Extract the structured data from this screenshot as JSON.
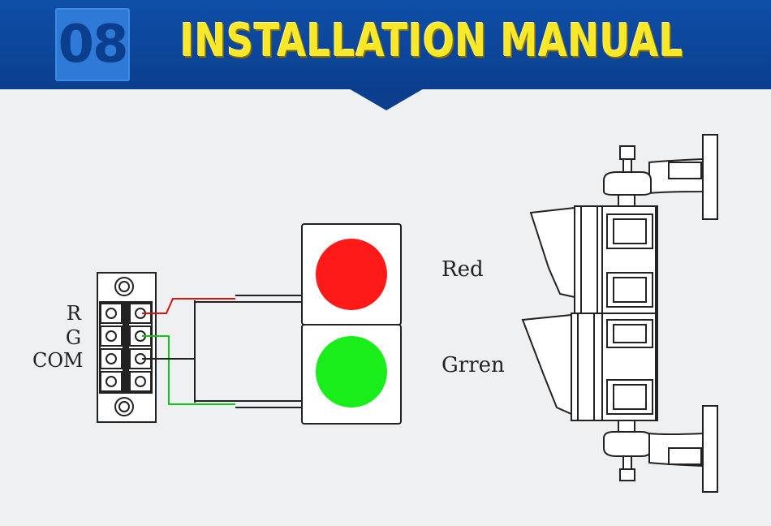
{
  "header": {
    "number": "08",
    "title": "INSTALLATION MANUAL"
  },
  "terminal": {
    "labels": [
      "R",
      "G",
      "COM"
    ]
  },
  "lights": {
    "red_label": "Red",
    "green_label": "Grren"
  },
  "colors": {
    "banner": "#0b3f8e",
    "title": "#f7e82a",
    "red_lamp": "#ff1a1a",
    "green_lamp": "#1aee1a",
    "red_wire": "#e01010",
    "green_wire": "#10c810"
  }
}
